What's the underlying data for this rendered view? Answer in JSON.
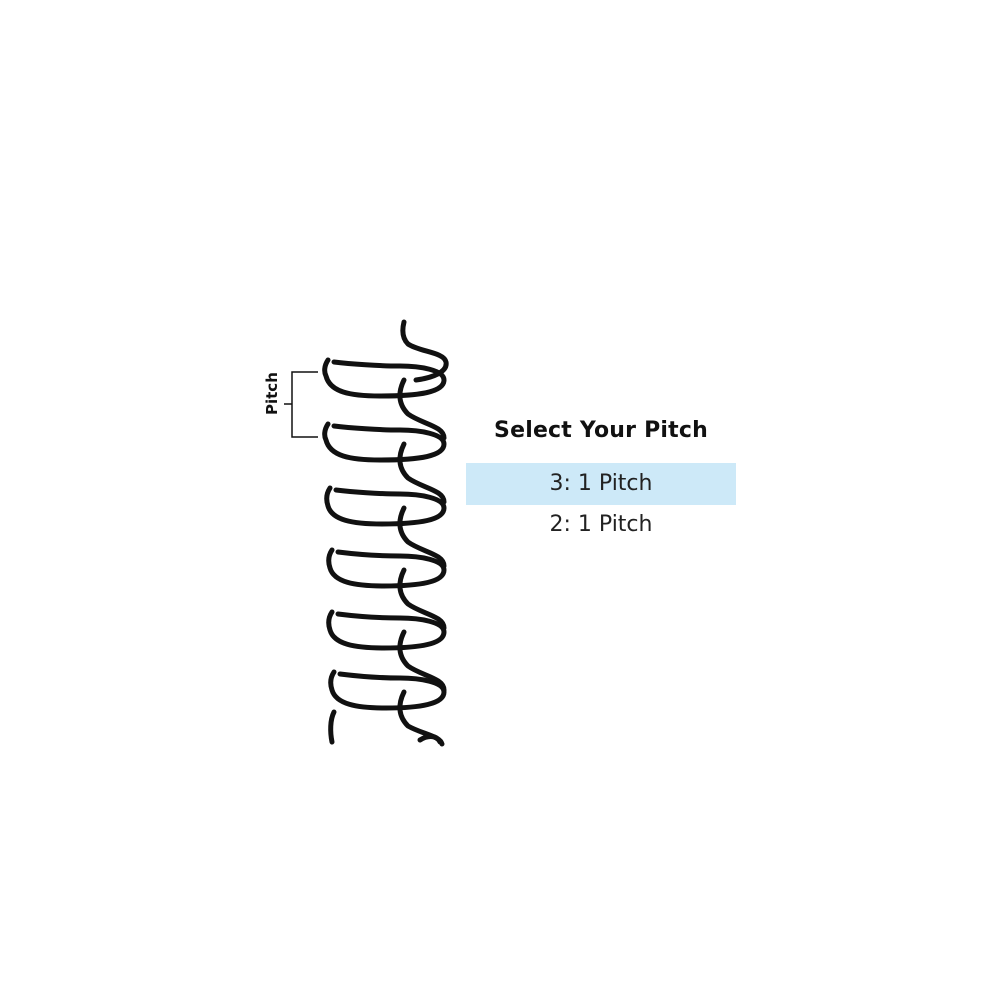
{
  "diagram": {
    "pitch_label": "Pitch",
    "coil_color": "#111111",
    "coil_icon": "twin-loop-wire-binding-coil"
  },
  "selector": {
    "title": "Select Your Pitch",
    "options": [
      {
        "label": "3: 1 Pitch",
        "selected": true
      },
      {
        "label": "2: 1 Pitch",
        "selected": false
      }
    ],
    "selected_color": "#cde9f8"
  }
}
